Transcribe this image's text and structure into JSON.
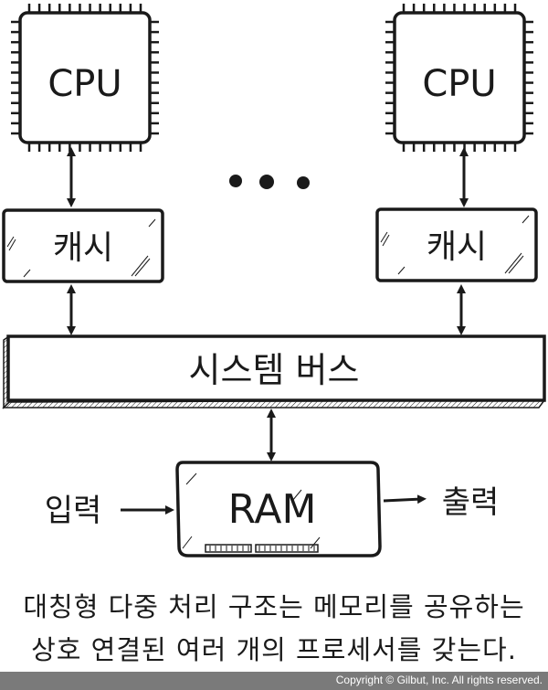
{
  "diagram": {
    "title": "Symmetric multiprocessing architecture",
    "cpu_left": {
      "label": "CPU",
      "icon": "cpu-chip-icon"
    },
    "cpu_right": {
      "label": "CPU",
      "icon": "cpu-chip-icon"
    },
    "ellipsis": "• • •",
    "cache_left": {
      "label": "캐시"
    },
    "cache_right": {
      "label": "캐시"
    },
    "system_bus": {
      "label": "시스템 버스"
    },
    "ram": {
      "label": "RAM",
      "icon": "memory-module-icon"
    },
    "input": {
      "label": "입력"
    },
    "output": {
      "label": "출력"
    }
  },
  "caption": {
    "line1": "대칭형 다중 처리 구조는 메모리를 공유하는",
    "line2": "상호 연결된 여러 개의 프로세서를 갖는다."
  },
  "footer": {
    "copyright": "Copyright © Gilbut, Inc. All rights reserved."
  }
}
